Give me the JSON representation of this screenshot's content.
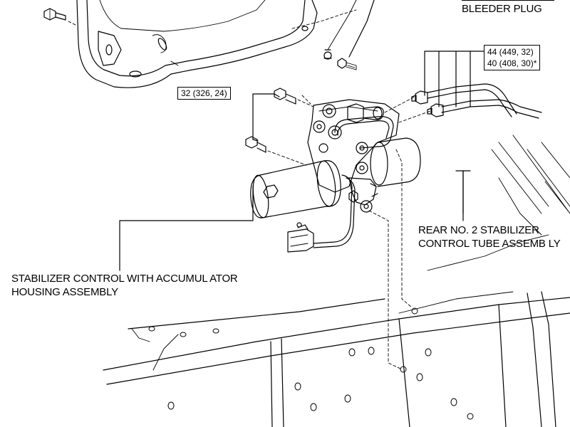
{
  "labels": {
    "bleeder_plug": "BLEEDER PLUG",
    "rear_tube_line1": "REAR NO. 2 STABILIZER",
    "rear_tube_line2": "CONTROL TUBE ASSEMB LY",
    "housing_line1": "STABILIZER CONTROL WITH ACCUMUL ATOR",
    "housing_line2": "HOUSING ASSEMBLY"
  },
  "torque_specs": {
    "bolt": "32 (326, 24)",
    "tube_nut_1": "44 (449, 32)",
    "tube_nut_2": "40 (408, 30)*"
  }
}
